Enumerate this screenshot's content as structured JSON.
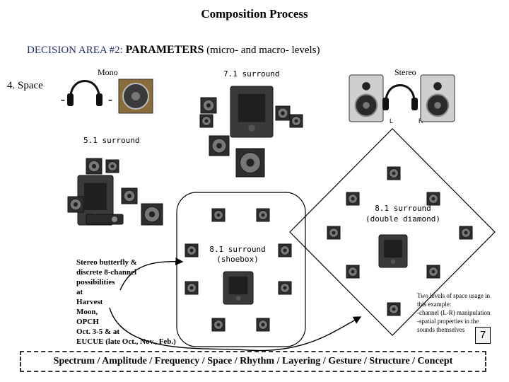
{
  "title": "Composition Process",
  "decision": {
    "area": "DECISION AREA #2:",
    "param": "PARAMETERS",
    "rest": "(micro- and macro- levels)"
  },
  "space_label": "4. Space",
  "mono_label": "Mono",
  "stereo_label": "Stereo",
  "stereo_L": "L",
  "stereo_R": "R",
  "surround71": "7.1 surround",
  "surround51": "5.1 surround",
  "surround81_diamond": "8.1 surround (double diamond)",
  "surround81_shoebox": "8.1 surround (shoebox)",
  "mono_dash_left": "-",
  "mono_dash_right": "-",
  "butterfly_lines": [
    "Stereo butterfly &",
    "discrete 8-channel",
    "possibilities",
    "at",
    "Harvest",
    "Moon,",
    "OPCH",
    "Oct. 3-5 & at",
    "EUCUE (late Oct., Nov., Feb.)"
  ],
  "note_lines": [
    "Two levels of space usage in",
    "this example:",
    "-channel (L-R) manipulation",
    "-spatial properties in the",
    "sounds themselves"
  ],
  "page_number": "7",
  "bottom_bar": "Spectrum / Amplitude / Frequency / Space / Rhythm / Layering / Gesture / Structure / Concept",
  "icons": [
    "headphones-icon",
    "speaker-icon",
    "studio-monitor-icon",
    "subwoofer-icon",
    "satellite-speaker-icon"
  ]
}
